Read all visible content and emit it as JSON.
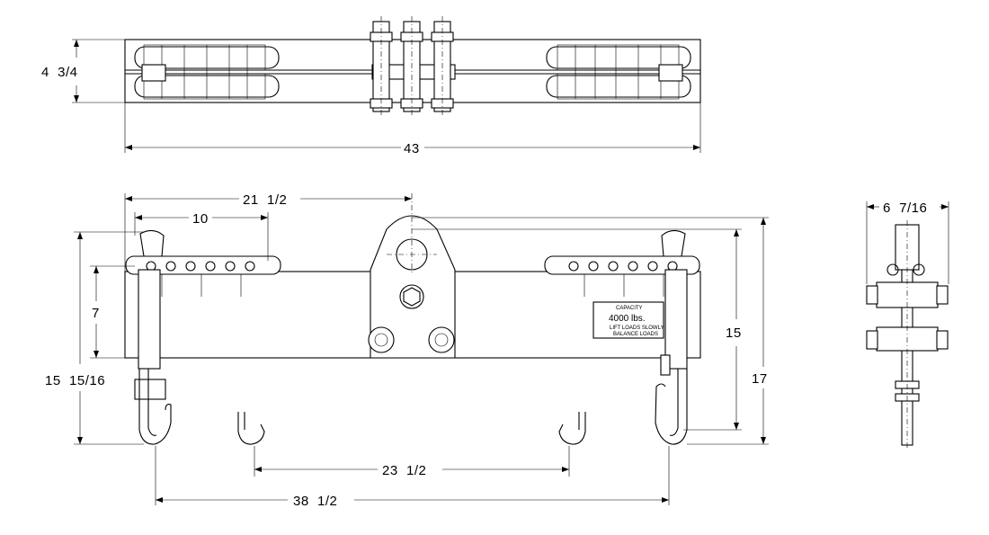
{
  "top_view": {
    "height_dim": "4  3/4",
    "length_dim": "43"
  },
  "front_view": {
    "pick_point_dim": "21  1/2",
    "hook_spacing_dim": "10",
    "inner_hook_dim": "23  1/2",
    "outer_hook_dim": "38  1/2",
    "left_height_dim": "7",
    "overall_left_dim": "15  15/16",
    "right_height_dim": "15",
    "overall_right_dim": "17",
    "capacity_plate": {
      "heading": "CAPACITY",
      "value": "4000 lbs.",
      "fine_print_1": "LIFT LOADS SLOWLY",
      "fine_print_2": "BALANCE LOADS"
    }
  },
  "side_view": {
    "width_dim": "6  7/16"
  }
}
